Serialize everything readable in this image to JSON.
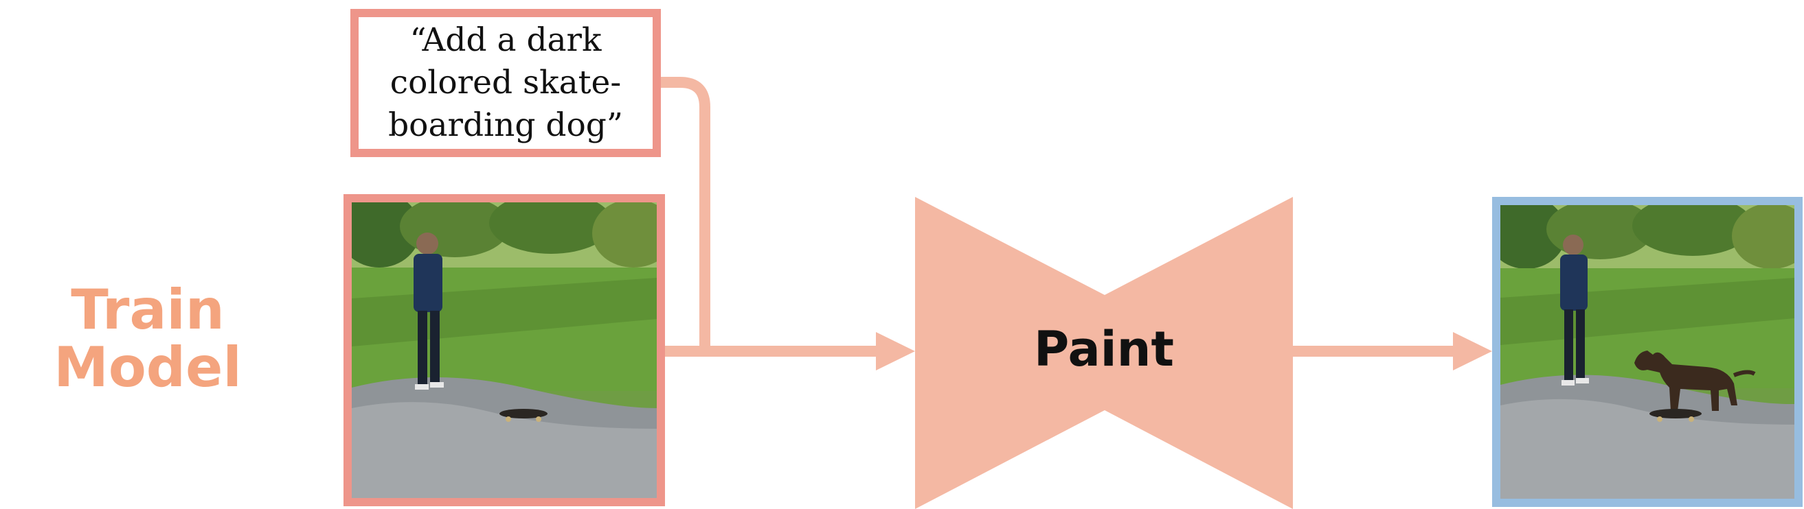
{
  "stage_label": "Train\nModel",
  "prompt": "“Add a dark colored skate-boarding dog”",
  "model_label": "Paint",
  "colors": {
    "input_border": "#ee958a",
    "output_border": "#97bde0",
    "arrow": "#f4b8a3",
    "model": "#f4b8a3",
    "stage_label": "#f4a47e"
  },
  "icons": [
    "skateboard-icon",
    "person-figure",
    "dog-figure"
  ]
}
